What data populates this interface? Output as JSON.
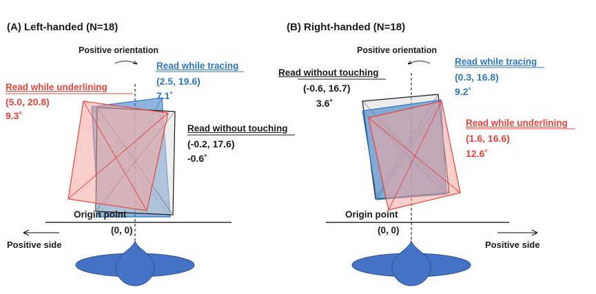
{
  "colors": {
    "underlining": "#e8423a",
    "tracing": "#2e75c0",
    "no_touch": "#1a1a1a",
    "head": "#4472c4"
  },
  "common": {
    "positive_orientation": "Positive orientation",
    "origin_point": "Origin point",
    "origin_value": "(0, 0)",
    "positive_side": "Positive side"
  },
  "panels": [
    {
      "title": "(A) Left-handed (N=18)",
      "conditions": [
        {
          "key": "underlining",
          "label": "Read while underlining",
          "position": "(5.0, 20.8)",
          "angle": "9.3˚",
          "rotation_deg": 9.3
        },
        {
          "key": "tracing",
          "label": "Read while tracing",
          "position": "(2.5, 19.6)",
          "angle": "7.1˚",
          "rotation_deg": 7.1
        },
        {
          "key": "no_touch",
          "label": "Read without touching",
          "position": "(-0.2, 17.6)",
          "angle": "-0.6˚",
          "rotation_deg": -0.6
        }
      ]
    },
    {
      "title": "(B) Right-handed (N=18)",
      "conditions": [
        {
          "key": "no_touch",
          "label": "Read without touching",
          "position": "(-0.6, 16.7)",
          "angle": "3.6˚",
          "rotation_deg": 3.6
        },
        {
          "key": "tracing",
          "label": "Read while tracing",
          "position": "(0.3, 16.8)",
          "angle": "9.2˚",
          "rotation_deg": 9.2
        },
        {
          "key": "underlining",
          "label": "Read while underlining",
          "position": "(1.6, 16.6)",
          "angle": "12.6˚",
          "rotation_deg": 12.6
        }
      ]
    }
  ]
}
